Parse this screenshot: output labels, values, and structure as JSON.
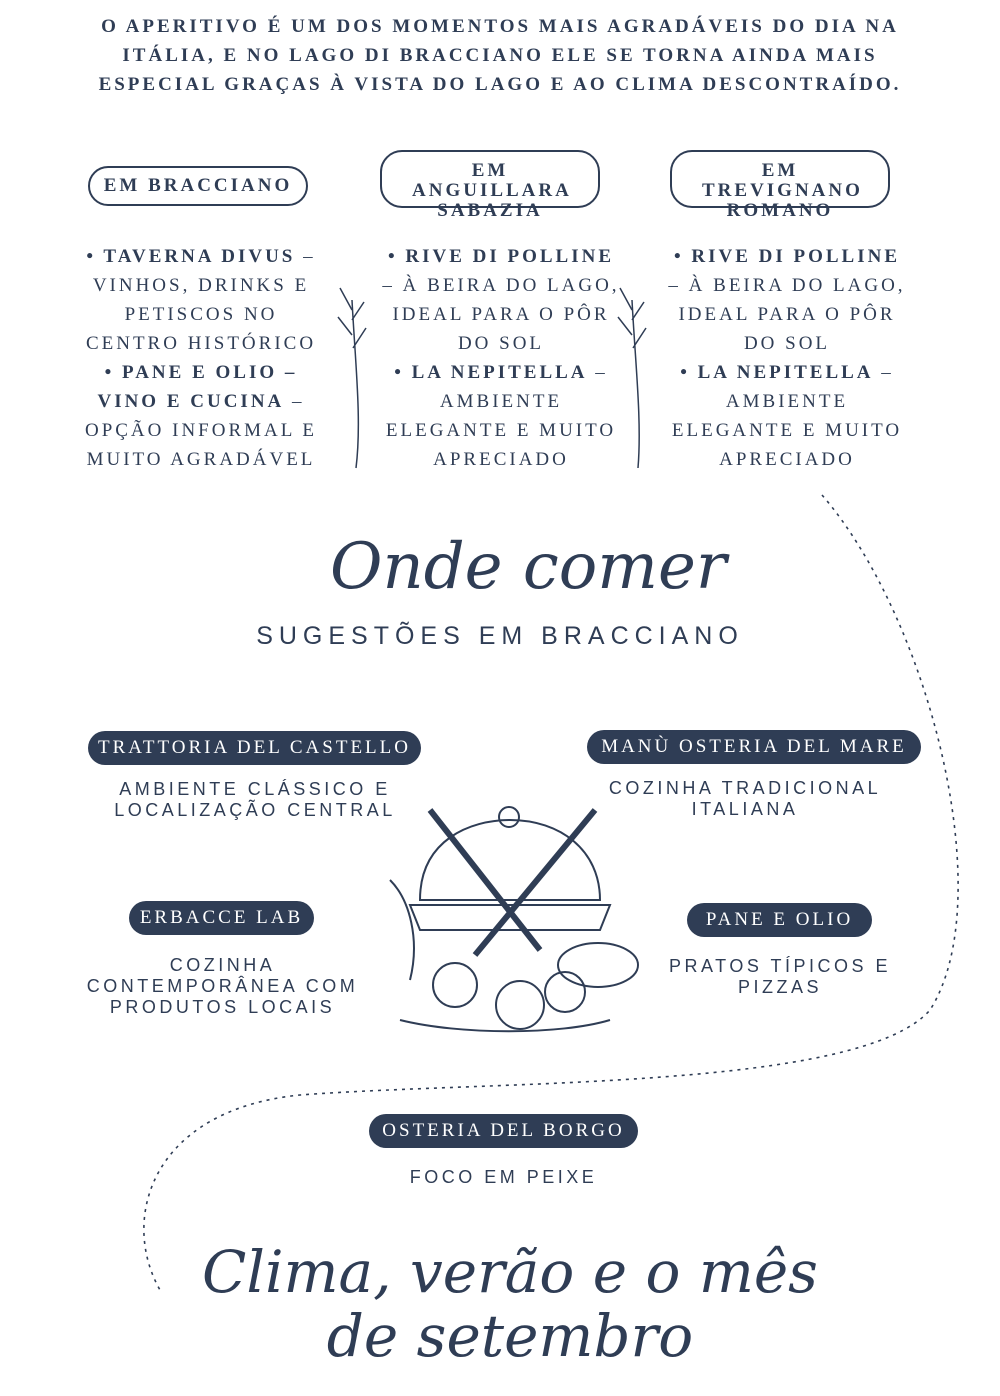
{
  "intro": "O APERITIVO É UM DOS MOMENTOS MAIS AGRADÁVEIS DO DIA NA ITÁLIA, E NO LAGO DI BRACCIANO ELE SE TORNA AINDA MAIS ESPECIAL GRAÇAS À VISTA DO LAGO E AO CLIMA DESCONTRAÍDO.",
  "locations": [
    {
      "title": "EM BRACCIANO",
      "items": [
        {
          "name": "• TAVERNA DIVUS",
          "desc": " – VINHOS, DRINKS E PETISCOS NO CENTRO HISTÓRICO"
        },
        {
          "name": "• PANE E OLIO – VINO E CUCINA",
          "desc": " – OPÇÃO INFORMAL E MUITO AGRADÁVEL"
        }
      ]
    },
    {
      "title": "EM ANGUILLARA SABAZIA",
      "items": [
        {
          "name": "• RIVE DI POLLINE",
          "desc": " – À BEIRA DO LAGO, IDEAL PARA O PÔR DO SOL"
        },
        {
          "name": "• LA NEPITELLA",
          "desc": " – AMBIENTE ELEGANTE E MUITO APRECIADO"
        }
      ]
    },
    {
      "title": "EM TREVIGNANO ROMANO",
      "items": [
        {
          "name": "• RIVE DI POLLINE",
          "desc": " – À BEIRA DO LAGO, IDEAL PARA O PÔR DO SOL"
        },
        {
          "name": "• LA NEPITELLA",
          "desc": " – AMBIENTE ELEGANTE E MUITO APRECIADO"
        }
      ]
    }
  ],
  "section": {
    "title": "Onde comer",
    "subtitle": "SUGESTÕES EM BRACCIANO"
  },
  "restaurants": [
    {
      "name": "TRATTORIA DEL CASTELLO",
      "desc": "AMBIENTE CLÁSSICO E LOCALIZAÇÃO CENTRAL"
    },
    {
      "name": "MANÙ OSTERIA DEL MARE",
      "desc": "COZINHA TRADICIONAL ITALIANA"
    },
    {
      "name": "ERBACCE LAB",
      "desc": "COZINHA CONTEMPORÂNEA COM PRODUTOS LOCAIS"
    },
    {
      "name": "PANE E OLIO",
      "desc": "PRATOS TÍPICOS E PIZZAS"
    },
    {
      "name": "OSTERIA DEL BORGO",
      "desc": "FOCO EM PEIXE"
    }
  ],
  "next_section": {
    "title": "Clima, verão e o mês de setembro"
  },
  "colors": {
    "navy": "#2f3d55",
    "background": "#ffffff"
  }
}
